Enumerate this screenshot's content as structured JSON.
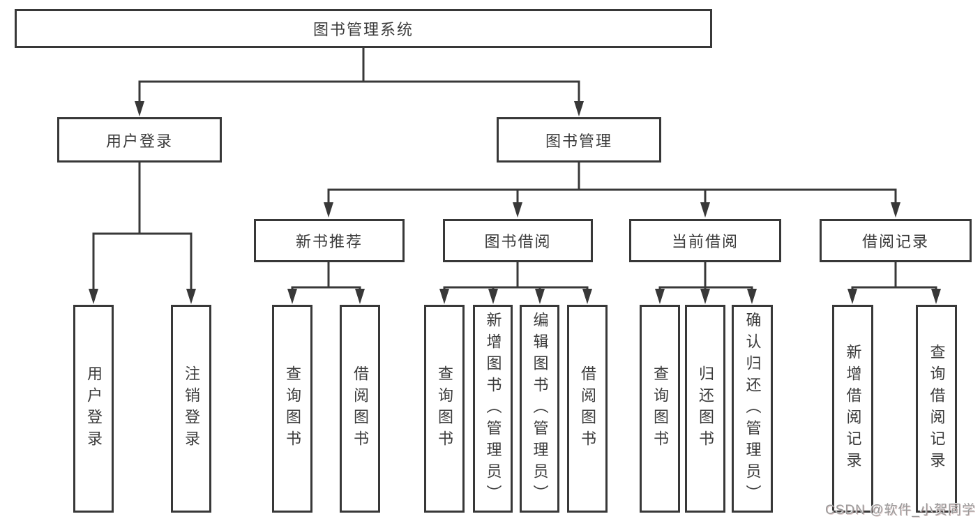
{
  "diagram": {
    "tree": {
      "label": "图书管理系统",
      "children": [
        {
          "label": "用户登录",
          "children": [
            {
              "label": "用户登录"
            },
            {
              "label": "注销登录"
            }
          ]
        },
        {
          "label": "图书管理",
          "children": [
            {
              "label": "新书推荐",
              "children": [
                {
                  "label": "查询图书"
                },
                {
                  "label": "借阅图书"
                }
              ]
            },
            {
              "label": "图书借阅",
              "children": [
                {
                  "label": "查询图书"
                },
                {
                  "label": "新增图书（管理员）"
                },
                {
                  "label": "编辑图书（管理员）"
                },
                {
                  "label": "借阅图书"
                }
              ]
            },
            {
              "label": "当前借阅",
              "children": [
                {
                  "label": "查询图书"
                },
                {
                  "label": "归还图书"
                },
                {
                  "label": "确认归还（管理员）"
                }
              ]
            },
            {
              "label": "借阅记录",
              "children": [
                {
                  "label": "新增借阅记录"
                },
                {
                  "label": "查询借阅记录"
                }
              ]
            }
          ]
        }
      ]
    },
    "colors": {
      "line": "#383838",
      "text": "#3b3b3b",
      "background": "#ffffff"
    }
  },
  "watermark": {
    "text": "CSDN @软件_小贺同学"
  }
}
